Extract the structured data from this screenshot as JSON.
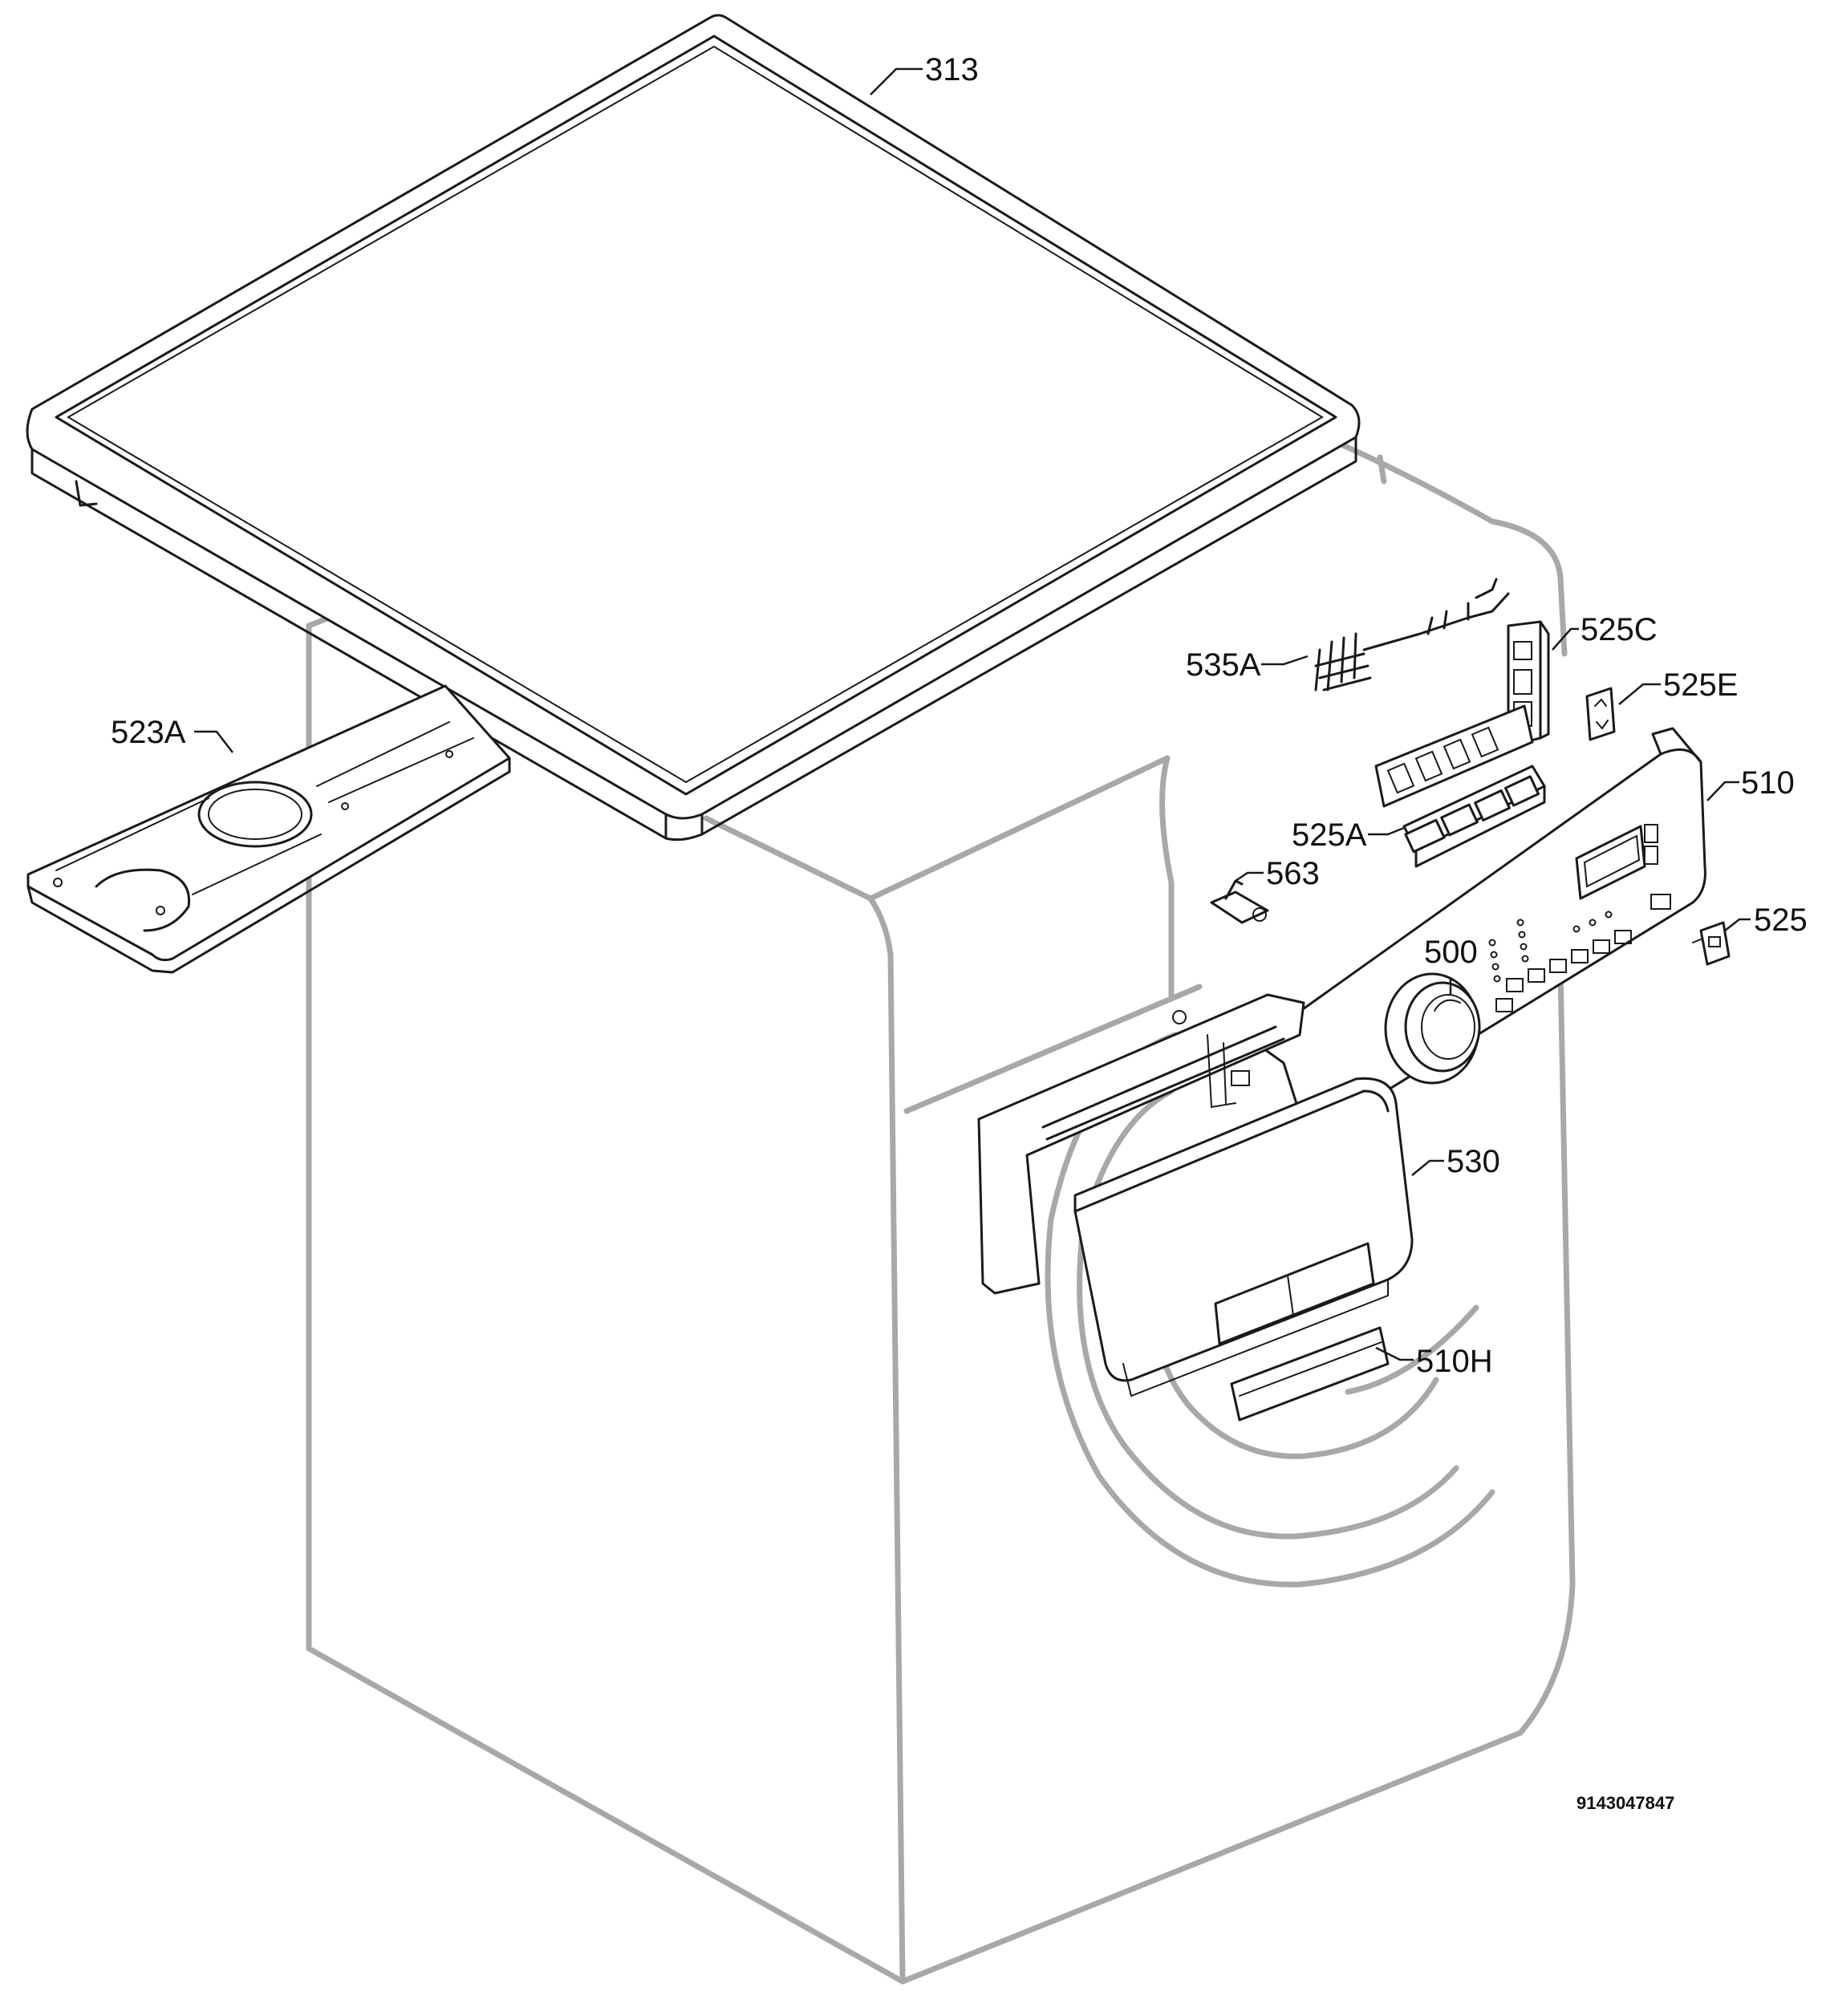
{
  "diagram": {
    "callouts": {
      "p313": "313",
      "p535A": "535A",
      "p525C": "525C",
      "p525E": "525E",
      "p523A": "523A",
      "p510": "510",
      "p525A": "525A",
      "p563": "563",
      "p525": "525",
      "p500": "500",
      "p530": "530",
      "p510H": "510H"
    },
    "document_number": "9143047847",
    "colors": {
      "housing": "#a8a8a8",
      "parts": "#1a1a1a",
      "background": "#ffffff"
    }
  }
}
